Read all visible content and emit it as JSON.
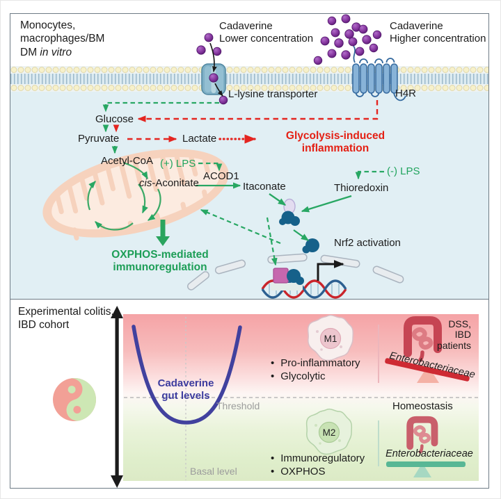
{
  "colors": {
    "accent_green": "#28a763",
    "accent_red": "#e42520",
    "curve_blue": "#41419e",
    "cadaverine_purple": "#7b2d8e",
    "nrf2_teal": "#16618a",
    "panel_cyan": "#e1eff4"
  },
  "top_panel": {
    "context_label": {
      "line1": "Monocytes,",
      "line2": "macrophages/BM",
      "line3_prefix": "DM",
      "line3_italic": "in vitro"
    },
    "cadaverine_low": {
      "line1": "Cadaverine",
      "line2": "Lower concentration"
    },
    "cadaverine_high": {
      "line1": "Cadaverine",
      "line2": "Higher concentration"
    },
    "transporter_label": "L-lysine transporter",
    "receptor_label": "H4R",
    "glucose": "Glucose",
    "pyruvate": "Pyruvate",
    "lactate": "Lactate",
    "glycolysis_outcome": {
      "line1": "Glycolysis-induced",
      "line2": "inflammation"
    },
    "acetyl_coa": "Acetyl-CoA",
    "lps_plus": "(+) LPS",
    "acod1": "ACOD1",
    "cis_aconitate_italic": "cis",
    "cis_aconitate_rest": "-Aconitate",
    "itaconate": "Itaconate",
    "thioredoxin": "Thioredoxin",
    "lps_minus": "(-) LPS",
    "nrf2_activation": "Nrf2 activation",
    "oxphos_outcome": {
      "line1": "OXPHOS-mediated",
      "line2": "immunoregulation"
    }
  },
  "bottom_panel": {
    "context_label": {
      "line1": "Experimental colitis,",
      "line2": "IBD cohort"
    },
    "curve_label": {
      "line1": "Cadaverine",
      "line2": "gut levels"
    },
    "threshold_label": "Threshold",
    "basal_label": "Basal level",
    "m1": {
      "label": "M1",
      "bullet1": "Pro-inflammatory",
      "bullet2": "Glycolytic"
    },
    "m2": {
      "label": "M2",
      "bullet1": "Immunoregulatory",
      "bullet2": "OXPHOS"
    },
    "dss": {
      "line1": "DSS,",
      "line2": "IBD",
      "line3": "patients"
    },
    "homeostasis_label": "Homeostasis",
    "enterobacteriaceae_up": "Enterobacteriaceae",
    "enterobacteriaceae_down": "Enterobacteriaceae"
  }
}
